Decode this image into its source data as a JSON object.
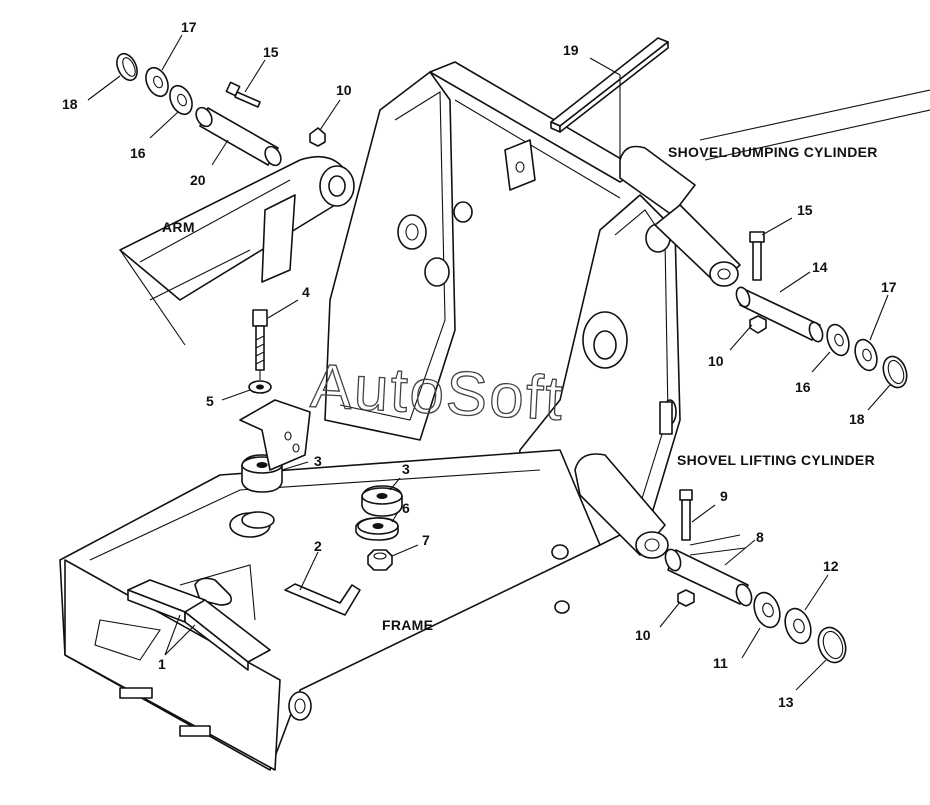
{
  "captions": {
    "arm": "ARM",
    "frame": "FRAME",
    "shovel_dumping_cylinder": "SHOVEL DUMPING CYLINDER",
    "shovel_lifting_cylinder": "SHOVEL LIFTING CYLINDER"
  },
  "watermark": "AutoSoft",
  "callouts": {
    "c1": "1",
    "c2": "2",
    "c3a": "3",
    "c3b": "3",
    "c4": "4",
    "c5": "5",
    "c6": "6",
    "c7": "7",
    "c8": "8",
    "c9": "9",
    "c10a": "10",
    "c10b": "10",
    "c10c": "10",
    "c11": "11",
    "c12": "12",
    "c13": "13",
    "c14": "14",
    "c15a": "15",
    "c15b": "15",
    "c16a": "16",
    "c16b": "16",
    "c17a": "17",
    "c17b": "17",
    "c18a": "18",
    "c18b": "18",
    "c19": "19",
    "c20": "20"
  }
}
